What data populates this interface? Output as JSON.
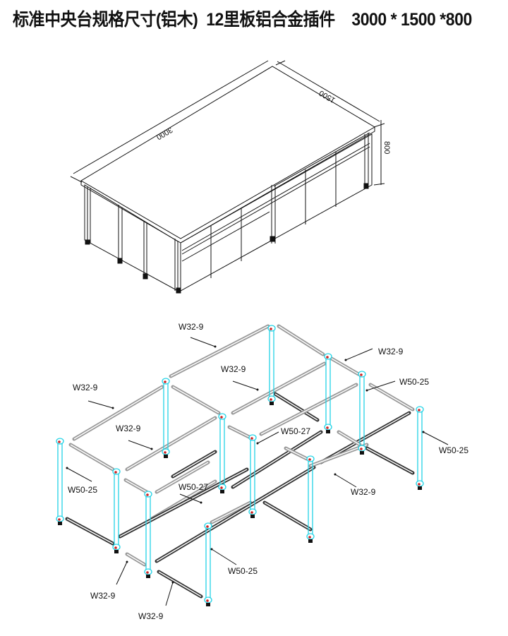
{
  "title": "标准中央台规格尺寸(铝木)  12里板铝合金插件    3000 * 1500 *800",
  "dimensions": {
    "length": "3000",
    "width": "1500",
    "height": "800"
  },
  "frame_labels": [
    "W32-9",
    "W32-9",
    "W32-9",
    "W32-9",
    "W32-9",
    "W32-9",
    "W32-9",
    "W32-9",
    "W50-25",
    "W50-25",
    "W50-25",
    "W50-25",
    "W50-27",
    "W50-27"
  ],
  "colors": {
    "line": "#111111",
    "post": "#22d3e6",
    "bar": "#999999",
    "dark_bar": "#333333",
    "joint": "#cc2222"
  }
}
